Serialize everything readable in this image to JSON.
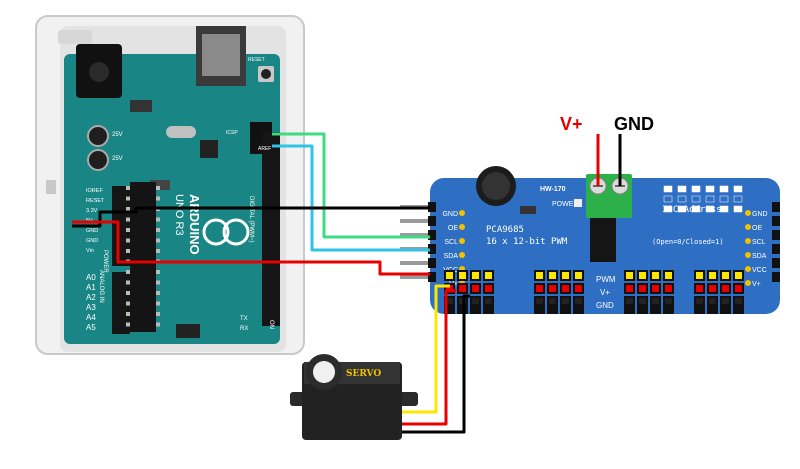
{
  "power_labels": {
    "vplus": "V+",
    "gnd": "GND"
  },
  "arduino": {
    "brand": "ARDUINO",
    "model": "UNO R3",
    "header_labels": [
      "IOREF",
      "RESET",
      "3.3V",
      "5V",
      "GND",
      "GND",
      "Vin"
    ],
    "power_label": "POWER",
    "analog_label": "ANALOG IN",
    "analog_pins": [
      "A0",
      "A1",
      "A2",
      "A3",
      "A4",
      "A5"
    ],
    "digital_label": "DIGITAL (PWM~)",
    "top_labels": {
      "reset": "RESET",
      "icsp": "ICSP",
      "aref": "AREF"
    },
    "cap_label": "25V",
    "tx_label": "TX",
    "rx_label": "RX",
    "on_label": "ON"
  },
  "pca_board": {
    "model": "HW-170",
    "chip": "PCA9685",
    "subtitle": "16 x 12-bit PWM",
    "power": "POWER",
    "i2c_title": "I2C Address",
    "i2c_sub": "(Open=0/Closed=1)",
    "left_pins": [
      "GND",
      "OE",
      "SCL",
      "SDA",
      "VCC",
      "V+"
    ],
    "right_pins": [
      "GND",
      "OE",
      "SCL",
      "SDA",
      "VCC",
      "V+"
    ],
    "row_labels": {
      "pwm": "PWM",
      "vplus": "V+",
      "gnd": "GND"
    }
  },
  "servo": {
    "label": "SERVO"
  },
  "colors": {
    "board_green": "#1a8585",
    "pca_blue": "#2e6fc4",
    "wire_red": "#e60000",
    "wire_black": "#000000",
    "wire_green": "#3ddc84",
    "wire_cyan": "#2ec4e6",
    "wire_yellow": "#ffe600",
    "vplus_red": "#e60000"
  }
}
